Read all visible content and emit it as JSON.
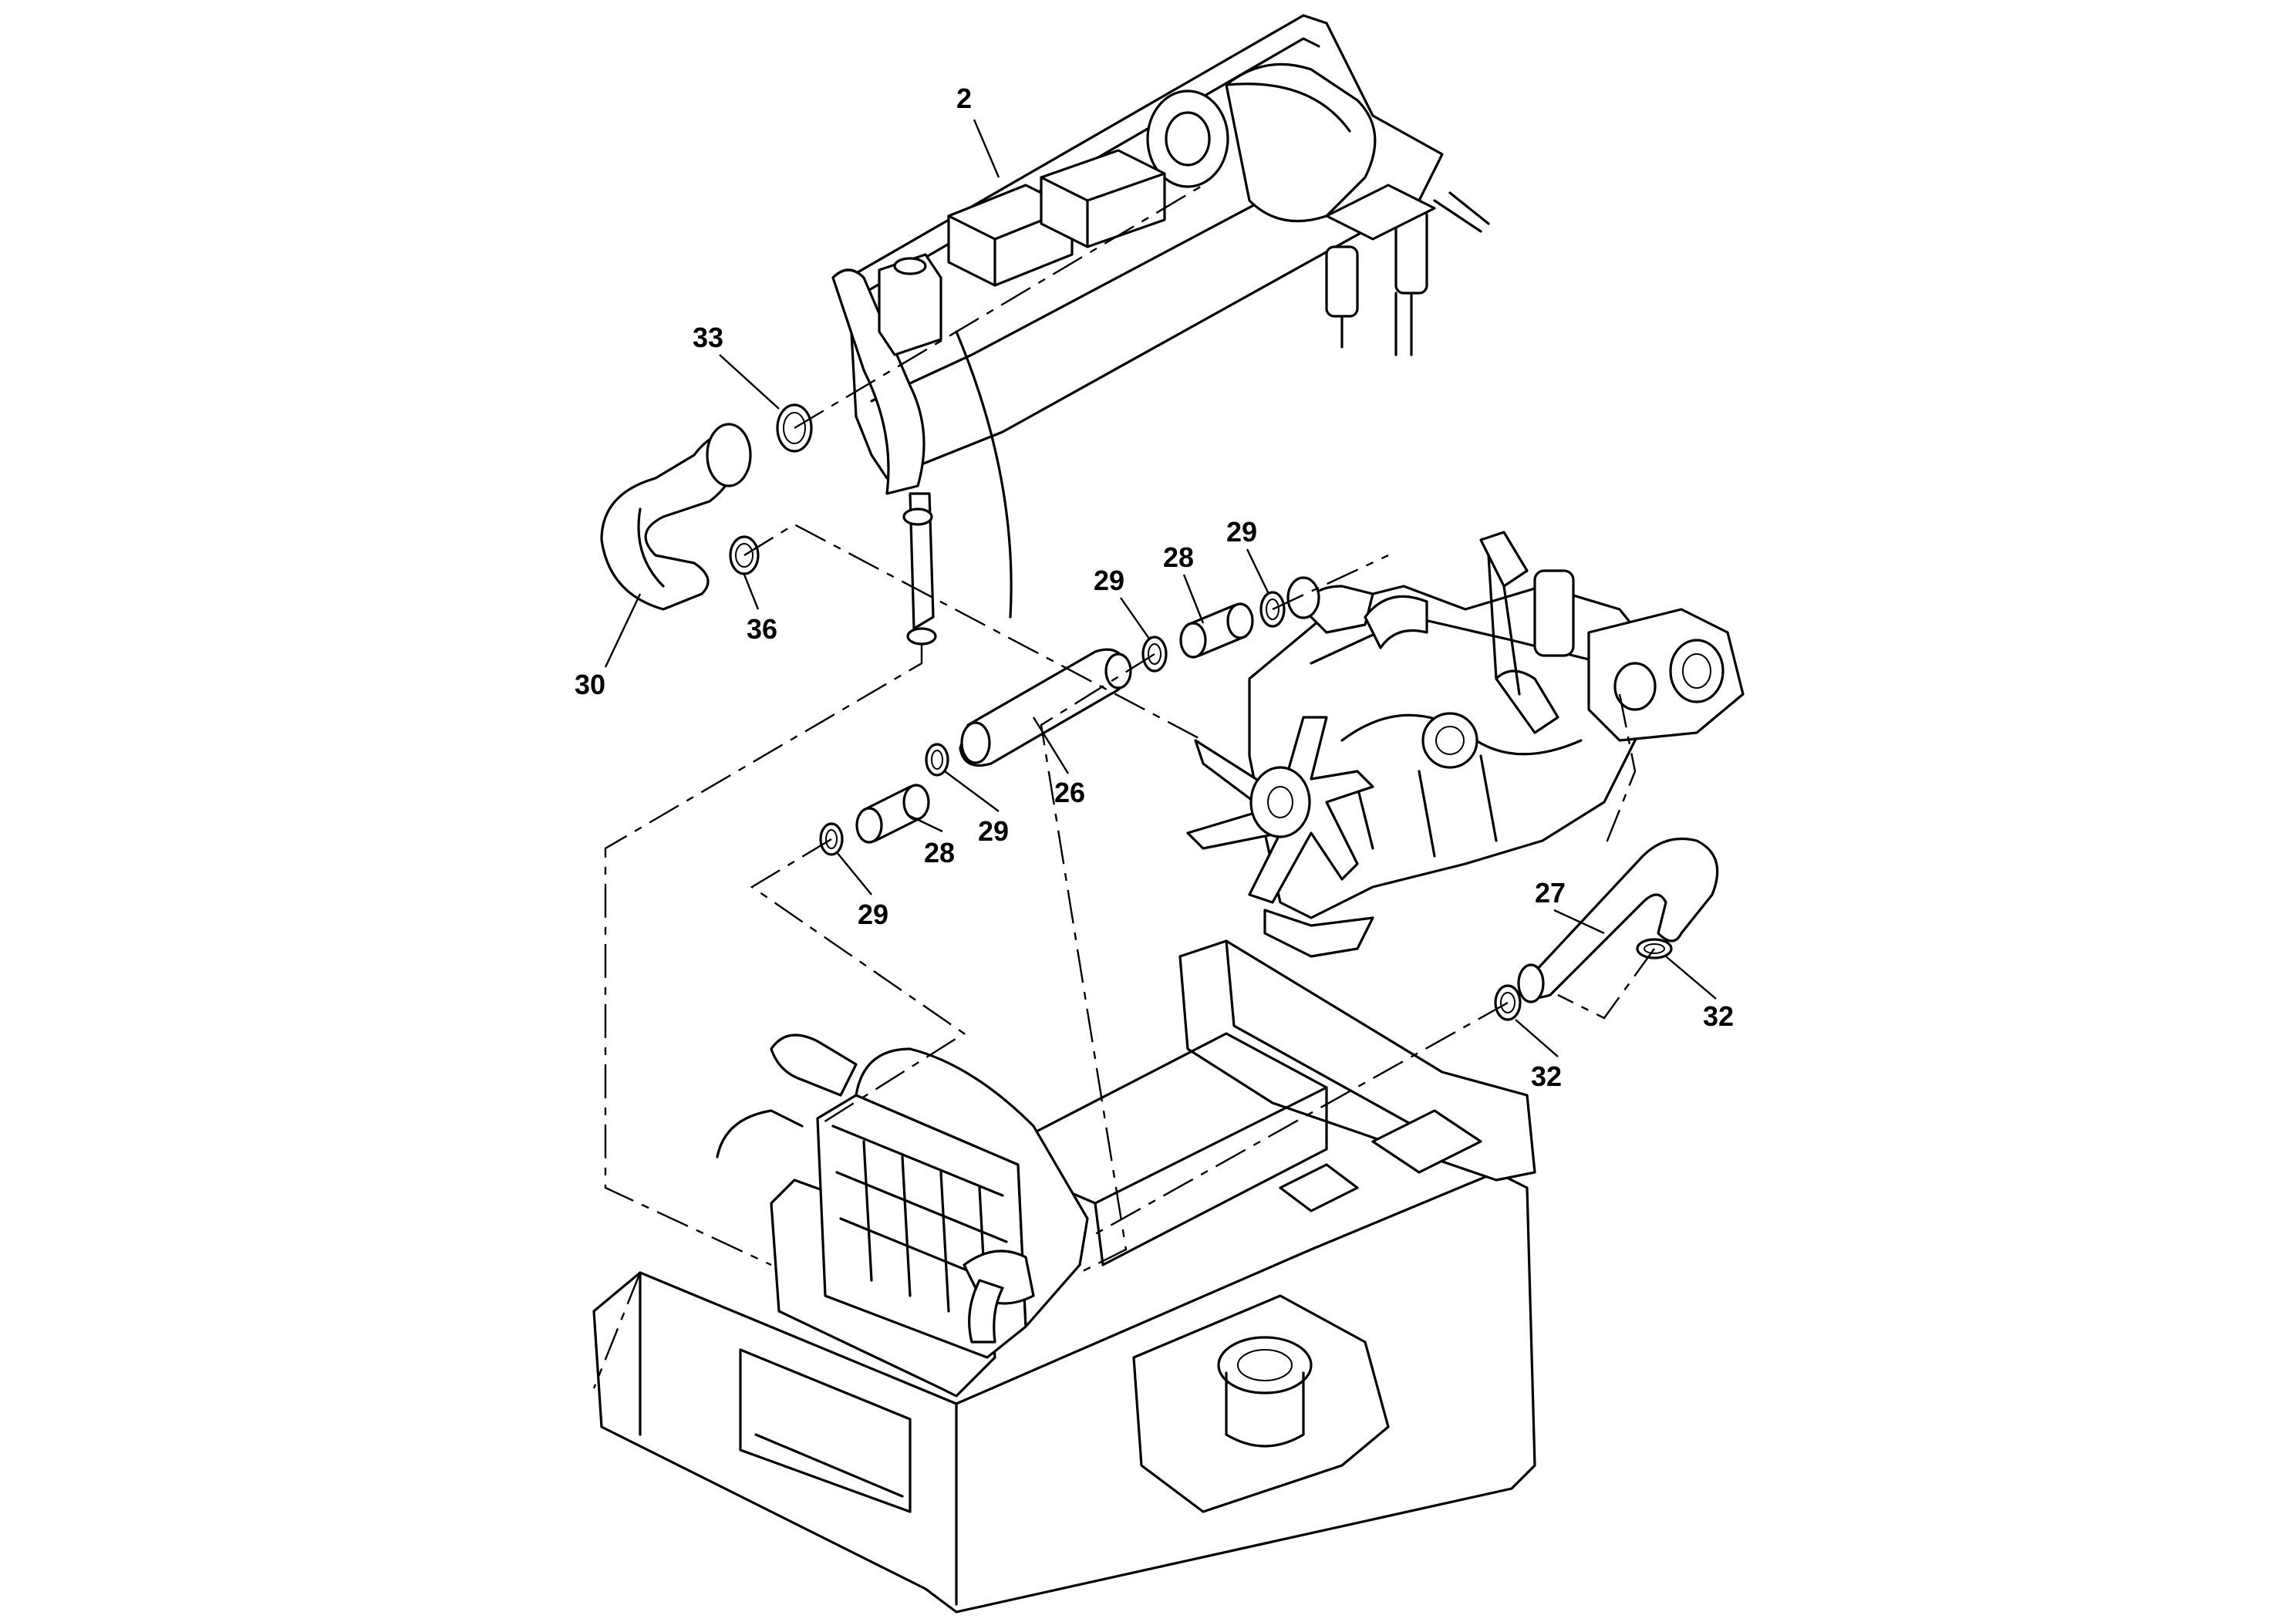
{
  "figure": {
    "kind": "exploded parts diagram",
    "callouts": [
      {
        "id": "c2",
        "text": "2"
      },
      {
        "id": "c33",
        "text": "33"
      },
      {
        "id": "c36",
        "text": "36"
      },
      {
        "id": "c30",
        "text": "30"
      },
      {
        "id": "c29a",
        "text": "29"
      },
      {
        "id": "c28a",
        "text": "28"
      },
      {
        "id": "c29b",
        "text": "29"
      },
      {
        "id": "c26",
        "text": "26"
      },
      {
        "id": "c29c",
        "text": "29"
      },
      {
        "id": "c28b",
        "text": "28"
      },
      {
        "id": "c29d",
        "text": "29"
      },
      {
        "id": "c27",
        "text": "27"
      },
      {
        "id": "c32a",
        "text": "32"
      },
      {
        "id": "c32b",
        "text": "32"
      }
    ]
  }
}
